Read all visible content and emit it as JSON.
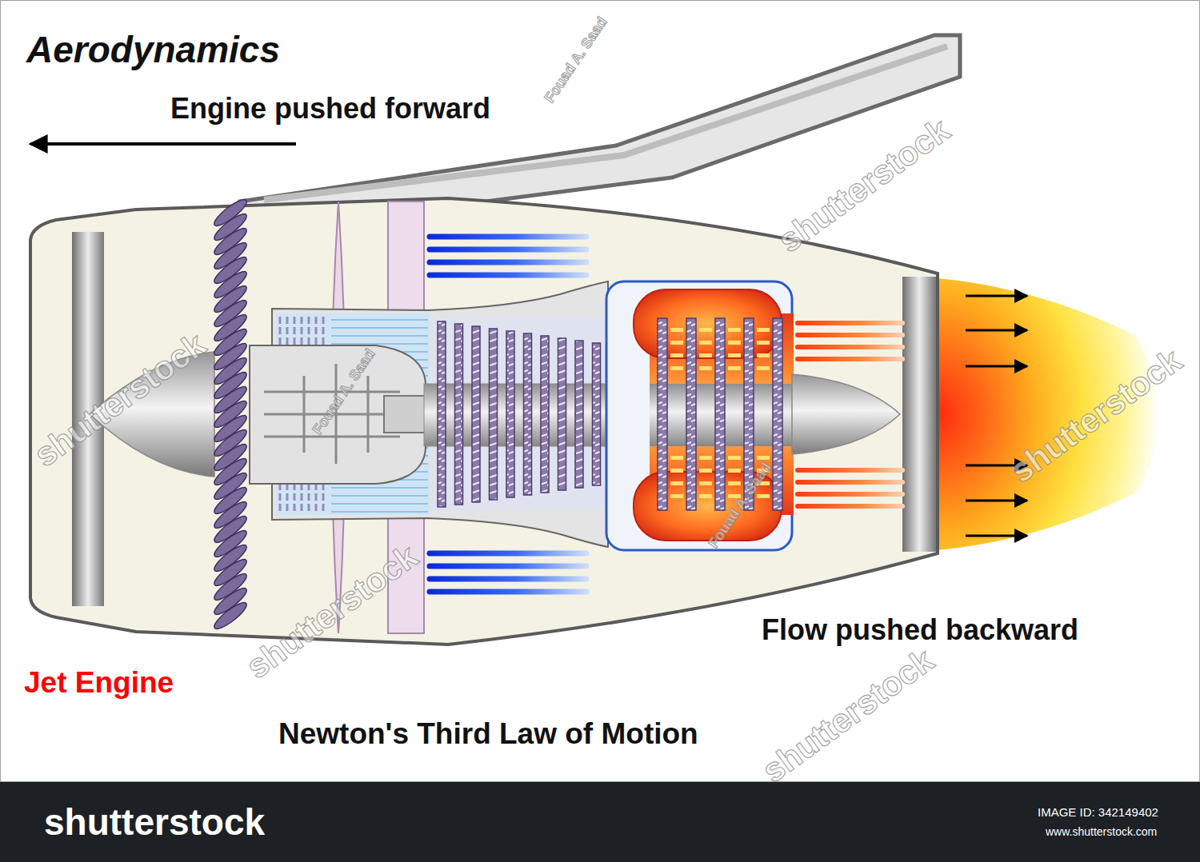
{
  "diagram": {
    "title": "Aerodynamics",
    "caption": "Newton's Third Law of Motion",
    "labels": [
      "Engine pushed forward",
      "Flow pushed backward",
      "Jet Engine",
      "shutterstock",
      "shutterstock",
      "shutterstock",
      "shutterstock",
      "shutterstock",
      "Fouad A. Saad",
      "Fouad A. Saad",
      "Fouad A. Saad",
      "shutterstock",
      "IMAGE ID: 342149402",
      "www.shutterstock.com"
    ]
  }
}
